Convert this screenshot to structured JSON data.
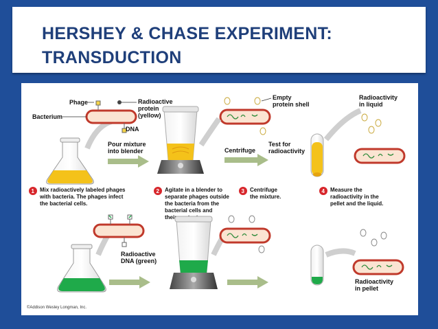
{
  "slide": {
    "title_line1": "HERSHEY & CHASE EXPERIMENT:",
    "title_line2": "TRANSDUCTION"
  },
  "figure": {
    "top_labels": {
      "phage": "Phage",
      "bacterium": "Bacterium",
      "radioactive_protein_l1": "Radioactive",
      "radioactive_protein_l2": "protein",
      "radioactive_protein_l3": "(yellow)",
      "dna": "DNA",
      "pour_l1": "Pour mixture",
      "pour_l2": "into blender",
      "empty_shell_l1": "Empty",
      "empty_shell_l2": "protein shell",
      "centrifuge": "Centrifuge",
      "test_l1": "Test for",
      "test_l2": "radioactivity",
      "liquid_l1": "Radioactivity",
      "liquid_l2": "in liquid"
    },
    "steps": [
      {
        "number": "1",
        "lines": [
          "Mix radioactively labeled phages",
          "with bacteria. The phages infect",
          "the bacterial cells."
        ]
      },
      {
        "number": "2",
        "lines": [
          "Agitate in a blender to",
          "separate phages outside",
          "the bacteria from the",
          "bacterial cells and",
          "their contents."
        ]
      },
      {
        "number": "3",
        "lines": [
          "Centrifuge",
          "the mixture."
        ]
      },
      {
        "number": "4",
        "lines": [
          "Measure the",
          "radioactivity in the",
          "pellet and the liquid."
        ]
      }
    ],
    "bottom_labels": {
      "radioactive_dna_l1": "Radioactive",
      "radioactive_dna_l2": "DNA (green)",
      "pellet_l1": "Radioactivity",
      "pellet_l2": "in pellet"
    },
    "credit": "©Addison Wesley Longman, Inc.",
    "colors": {
      "protein_label": "#f2c418",
      "dna_label": "#22a84a",
      "bacterium_fill": "#fbe4d2",
      "bacterium_outline": "#c0392b",
      "arrow": "#a9bd8a",
      "step_badge": "#d7262b"
    }
  }
}
